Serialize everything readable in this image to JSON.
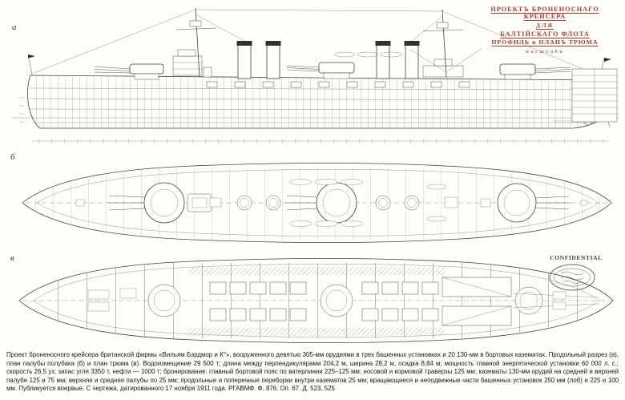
{
  "page": {
    "paper_color": "#fdfdfa",
    "ink_color": "#45443e",
    "title_ink_color": "#a23d2e"
  },
  "title_block": {
    "line1": "ПРОЕКТЪ БРОНЕНОСНАГО КРЕЙСЕРА",
    "line2": "ДЛЯ",
    "line3": "БАЛТІЙСКАГО ФЛОТА",
    "line4": "ПРОФИЛЬ и ПЛАНЪ ТРЮМА",
    "line5": "масштабъ"
  },
  "view_labels": {
    "profile": "а",
    "upper_deck": "б",
    "hold": "в"
  },
  "stamp": {
    "text": "CONFIDENTIAL"
  },
  "caption": {
    "text": "Проект броненосного крейсера британской фирмы «Вильям Бэрдмор и К°», вооруженного девятью 305-мм орудиями в трех башенных установках и 20 130-мм в бортовых казематах. Продольный разрез (а), план палубы полубака (б) и план трюма (в). Водоизмещение 29 500 т; длина между перпендикулярами 204,2 м, ширина 28,2 м, осадка 8,84 м; мощность главной энергетической установки 60 000 л. с.; скорость 26,5 уз; запас угля 3350 т, нефти — 1000 т; бронирование: главный бортовой пояс по ватерлинии 225–125 мм; носовой и кормовой траверзы 125 мм; казематы 130-мм орудий на средней и верхней палубе 125 и 75 мм; верхняя и средняя палубы по 25 мм; продольные и поперечные переборки внутри казематов 25 мм; вращающиеся и неподвижные части башенных установок 250 мм (лоб) и 225 и 100 мм. Публикуется впервые. С чертежа, датированного 17 ноября 1911 года. РГАВМФ. Ф. 876. Оп. 67. Д. 523, 525"
  }
}
